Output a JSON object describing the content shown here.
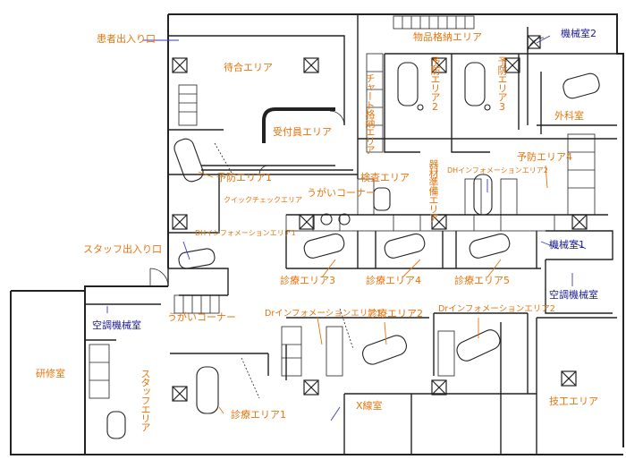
{
  "colors": {
    "label": "#e8740c",
    "label_blue": "#1a1a8c",
    "line": "#222222",
    "leader_orange": "#e8740c",
    "leader_blue": "#3a3ac0"
  },
  "labels": {
    "patient_entrance": "患者出入り口",
    "waiting_area": "待合エリア",
    "reception_area": "受付員エリア",
    "supply_storage": "物品格納エリア",
    "machine_room_2": "機械室2",
    "chart_storage": "チャート格納エリア",
    "prevention_2": "予防エリア2",
    "prevention_3": "予防エリア3",
    "surgery_room": "外科室",
    "prevention_1": "予防エリア1",
    "instrument_prep": "器材準備エリア",
    "dh_info_2_top": "DHインフォメーションエリア2",
    "prevention_4": "予防エリア4",
    "quick_check": "クイックチェックエリア",
    "gargle_corner_top": "うがいコーナー",
    "exam_area": "検査エリア",
    "dh_info_1": "DHインフォメーションエリア1",
    "staff_entrance": "スタッフ出入り口",
    "machine_room_1": "機械室1",
    "treatment_3": "診療エリア3",
    "treatment_4": "診療エリア4",
    "treatment_5": "診療エリア5",
    "gargle_corner_bottom": "うがいコーナー",
    "ac_room_right": "空調機械室",
    "ac_room_left": "空調機械室",
    "dr_info_1": "Drインフォメーションエリア1",
    "treatment_2": "診療エリア2",
    "dr_info_2": "Drインフォメーションエリア2",
    "training_room": "研修室",
    "staff_area": "スタッフエリア",
    "treatment_1": "診療エリア1",
    "xray_room": "X線室",
    "technician_area": "技工エリア"
  }
}
